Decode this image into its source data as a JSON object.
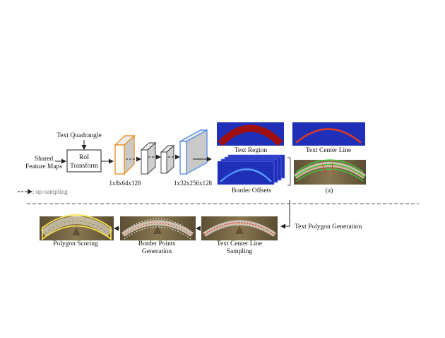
{
  "labels": {
    "text_quadrangle": "Text Quadrangle",
    "shared_line1": "Shared",
    "shared_line2": "Feature Maps",
    "roi_line1": "RoI",
    "roi_line2": "Transform",
    "dim_small": "1x8x64x128",
    "dim_large": "1x32x256x128",
    "text_region": "Text Region",
    "text_center_line": "Text Center Line",
    "border_offsets": "Border Offsets",
    "panel_a": "(a)",
    "legend_upsampling": ": up-sampling",
    "text_polygon_generation": "Text Polygon Generation",
    "polygon_scoring": "Polygon Scoring",
    "border_points_line1": "Border Points",
    "border_points_line2": "Generation",
    "tcl_sampling_line1": "Text Center Line",
    "tcl_sampling_line2": "Sampling"
  },
  "colors": {
    "orange_block": "#f0922a",
    "blue_block": "#5b8fe8",
    "map_blue": "#1f2fb8",
    "region_red": "#a01010",
    "tcl_red": "#d23a2a",
    "photo_base": "#7a6a48",
    "polygon_yellow": "#f5e04a",
    "fit_green": "#38d838"
  }
}
